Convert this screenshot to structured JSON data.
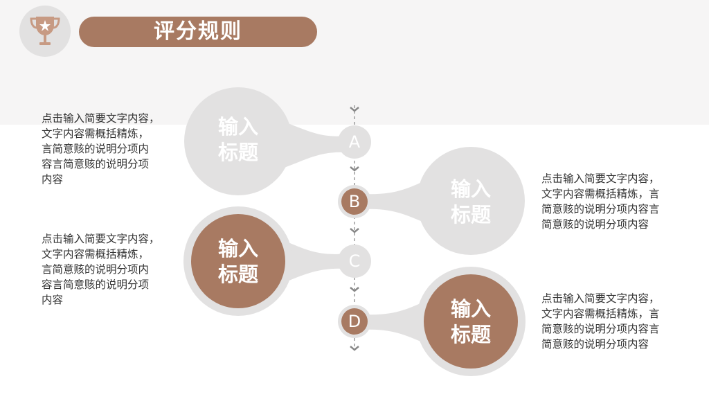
{
  "header": {
    "title": "评分规则",
    "icon": "trophy-icon"
  },
  "colors": {
    "accent": "#a87a62",
    "light": "#e2e1e1",
    "band": "#f6f5f5"
  },
  "items": [
    {
      "letter": "A",
      "title_line1": "输入",
      "title_line2": "标题",
      "desc": "点击输入简要文字内容，\n文字内容需概括精炼，\n言简意赅的说明分项内\n容言简意赅的说明分项\n内容"
    },
    {
      "letter": "B",
      "title_line1": "输入",
      "title_line2": "标题",
      "desc": "点击输入简要文字内容，\n文字内容需概括精炼，言\n简意赅的说明分项内容言\n简意赅的说明分项内容"
    },
    {
      "letter": "C",
      "title_line1": "输入",
      "title_line2": "标题",
      "desc": "点击输入简要文字内容，\n文字内容需概括精炼，\n言简意赅的说明分项内\n容言简意赅的说明分项\n内容"
    },
    {
      "letter": "D",
      "title_line1": "输入",
      "title_line2": "标题",
      "desc": "点击输入简要文字内容，\n文字内容需概括精炼，言\n简意赅的说明分项内容言\n简意赅的说明分项内容"
    }
  ]
}
